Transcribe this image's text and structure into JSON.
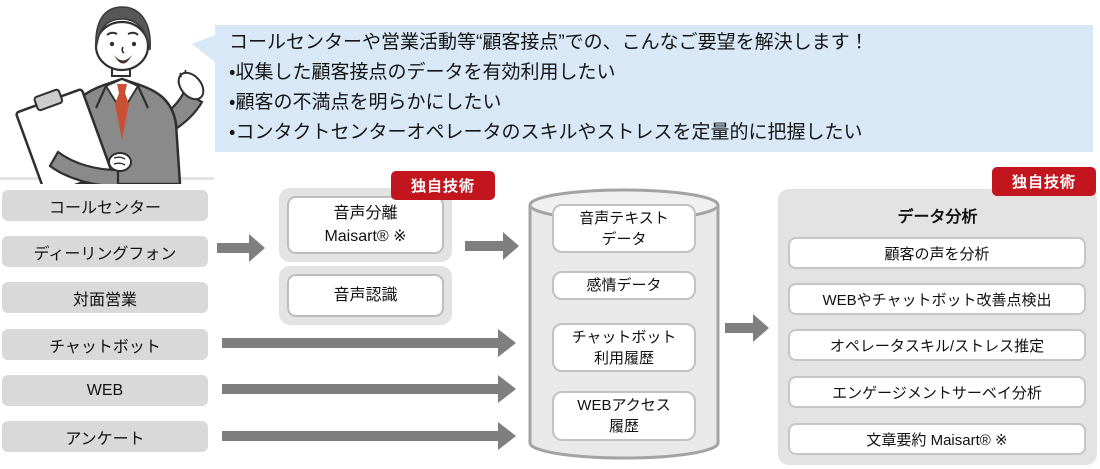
{
  "bubble": {
    "title": "コールセンターや営業活動等“顧客接点”での、こんなご要望を解決します！",
    "bullets": [
      "・収集した顧客接点のデータを有効利用したい",
      "・顧客の不満点を明らかにしたい",
      "・コンタクトセンターオペレータのスキルやストレスを定量的に把握したい"
    ]
  },
  "sources": [
    {
      "label": "コールセンター"
    },
    {
      "label": "ディーリングフォン"
    },
    {
      "label": "対面営業"
    },
    {
      "label": "チャットボット"
    },
    {
      "label": "WEB"
    },
    {
      "label": "アンケート"
    }
  ],
  "tech": {
    "badge": "独自技術",
    "cards": [
      {
        "line1": "音声分離",
        "line2": "Maisart® ※"
      },
      {
        "line1": "音声認識"
      }
    ]
  },
  "database": {
    "items": [
      {
        "line1": "音声テキスト",
        "line2": "データ"
      },
      {
        "line1": "感情データ"
      },
      {
        "line1": "チャットボット",
        "line2": "利用履歴"
      },
      {
        "line1": "WEBアクセス",
        "line2": "履歴"
      }
    ]
  },
  "analysis": {
    "badge": "独自技術",
    "title": "データ分析",
    "items": [
      {
        "label": "顧客の声を分析"
      },
      {
        "label": "WEBやチャットボット改善点検出"
      },
      {
        "label": "オペレータスキル/ストレス推定"
      },
      {
        "label": "エンゲージメントサーベイ分析"
      },
      {
        "label": "文章要約 Maisart® ※"
      }
    ]
  },
  "colors": {
    "badge_red": "#C2151D",
    "bubble_blue": "#D9E8F6",
    "panel_gray": "#E3E3E3",
    "source_box_gray": "#D9D9D9",
    "arrow_gray": "#7F7F7F",
    "suit_gray": "#8A8A8A",
    "tie_red": "#C94F35"
  }
}
